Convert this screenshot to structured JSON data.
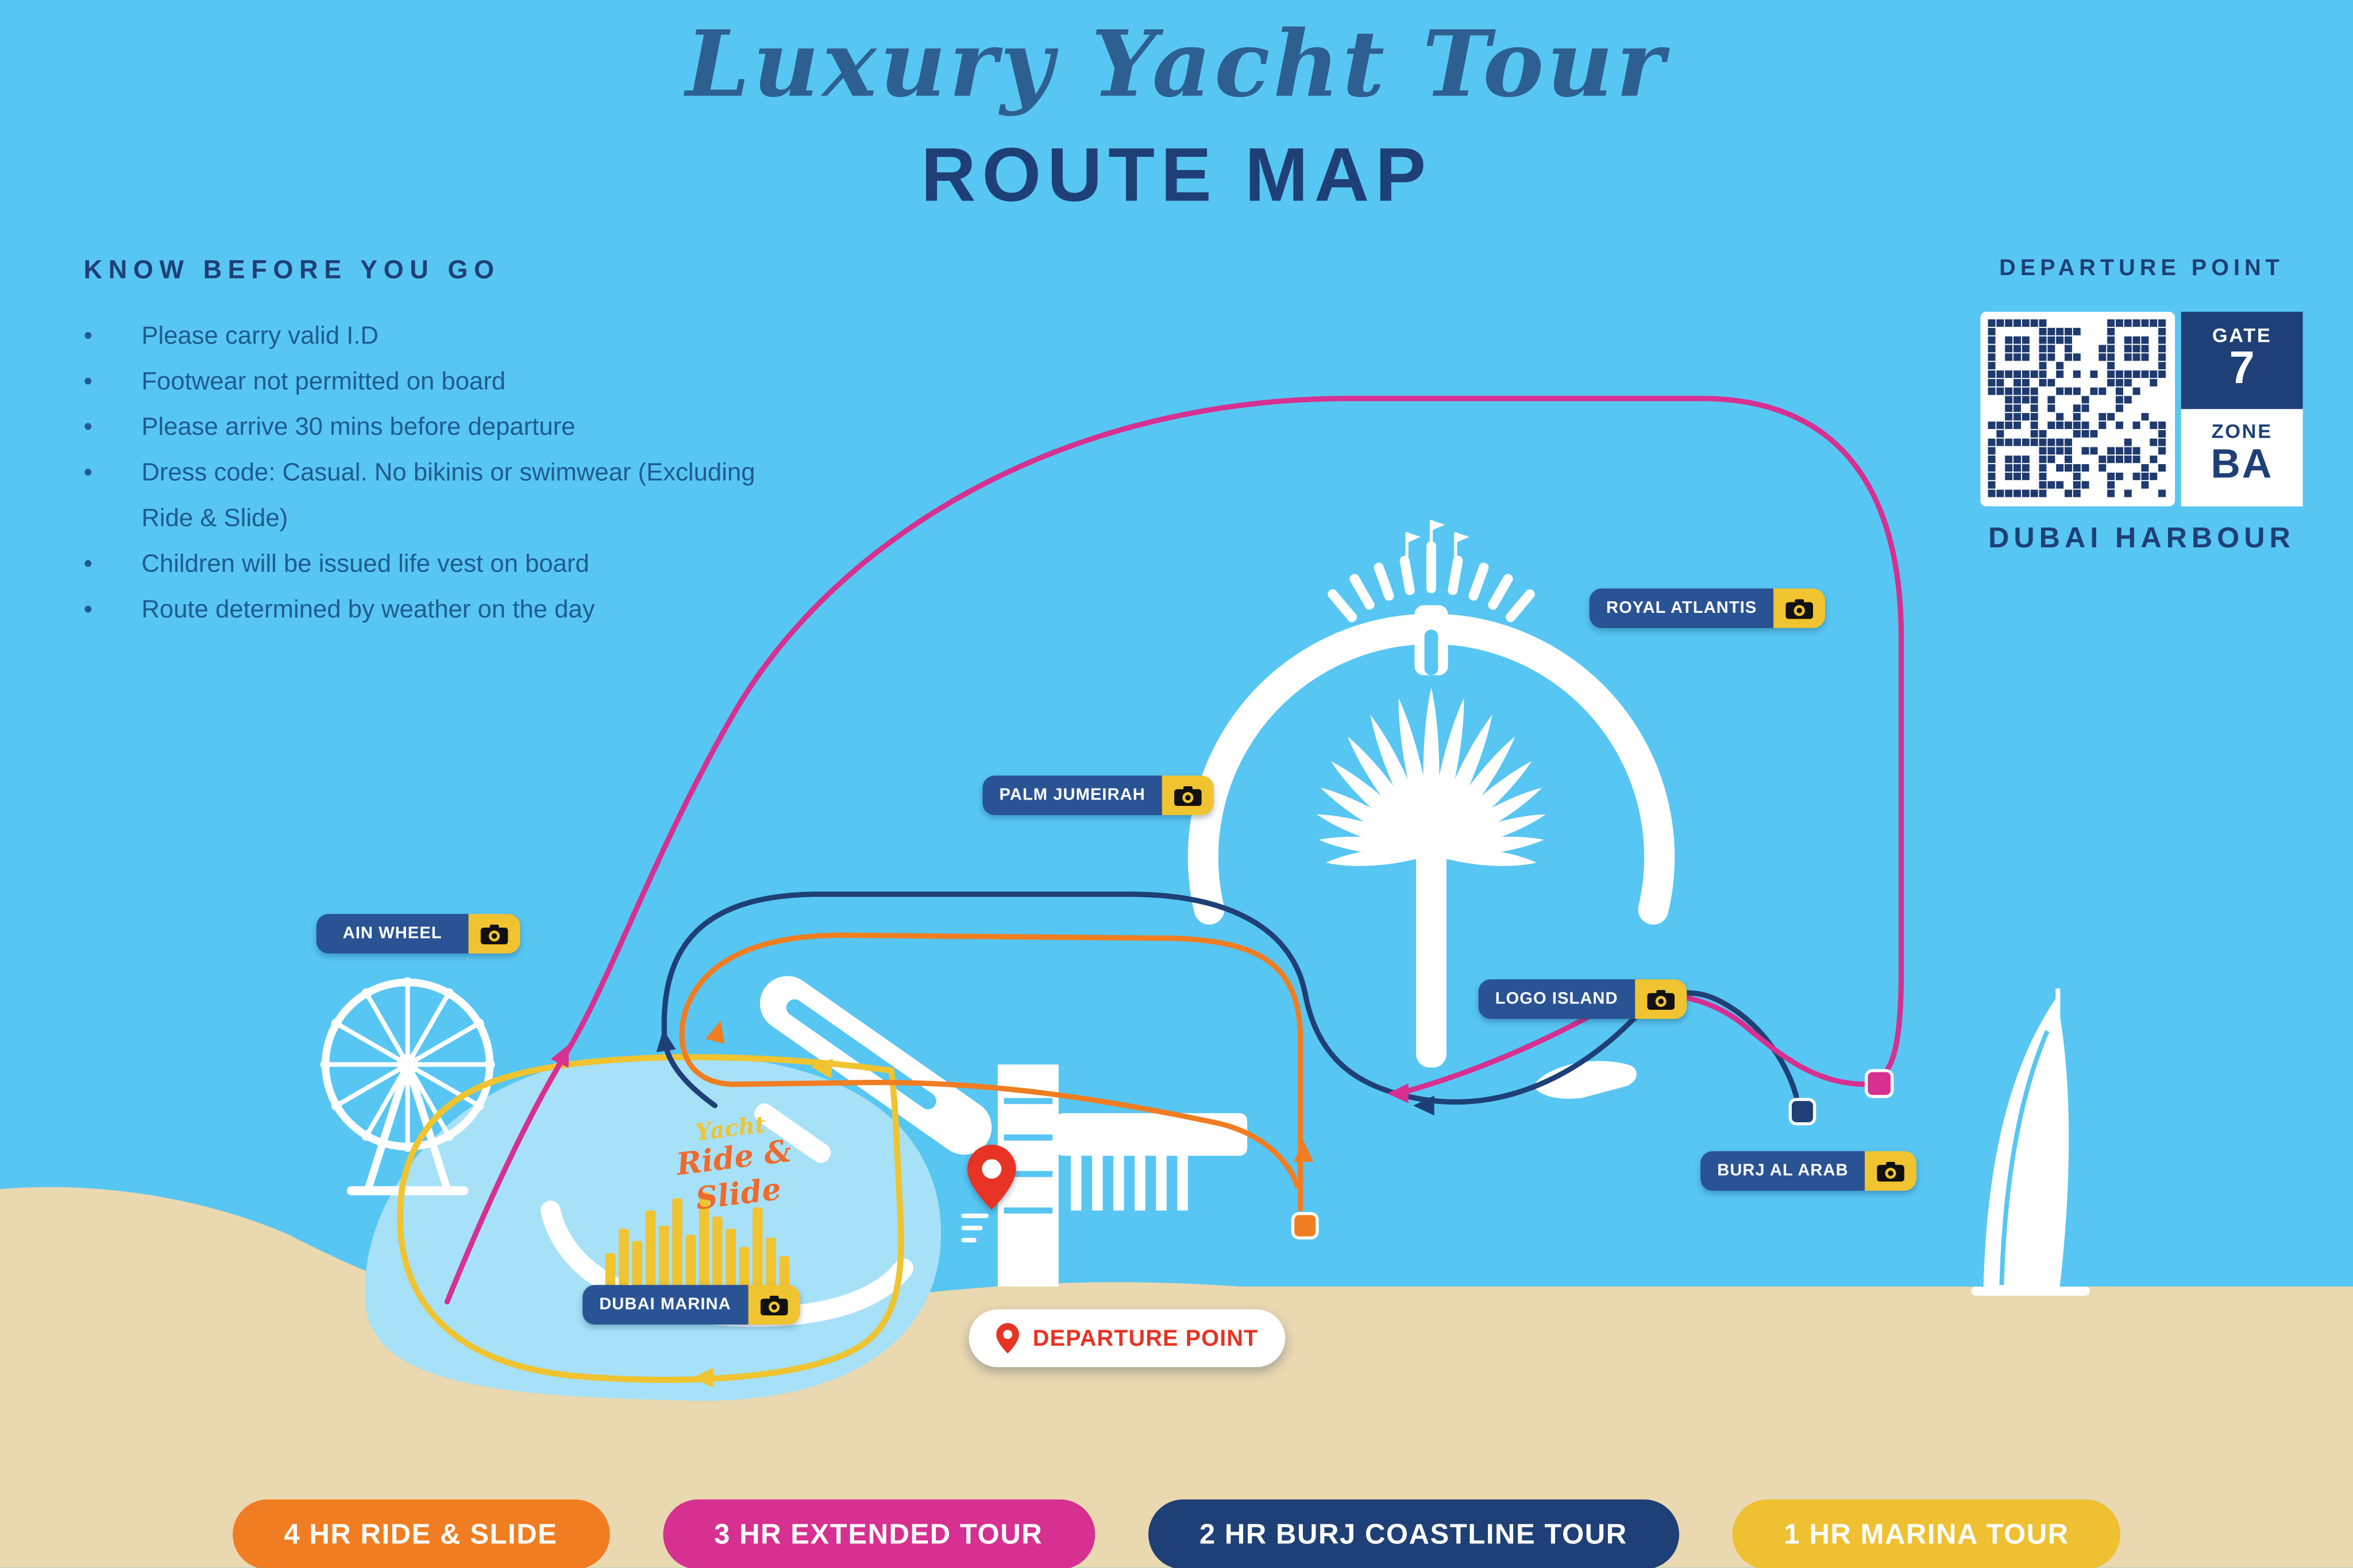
{
  "title": {
    "script": "Luxury Yacht Tour",
    "main": "ROUTE MAP"
  },
  "know_before": {
    "heading": "KNOW BEFORE YOU GO",
    "items": [
      "Please carry valid I.D",
      "Footwear not permitted on board",
      "Please arrive 30 mins before departure",
      "Dress code: Casual. No bikinis or swimwear (Excluding Ride & Slide)",
      "Children will be issued life vest on board",
      "Route determined by weather on the day"
    ]
  },
  "departure_panel": {
    "heading": "DEPARTURE POINT",
    "gate_label": "GATE",
    "gate_number": "7",
    "zone_label": "ZONE",
    "zone_value": "BA",
    "location": "DUBAI HARBOUR"
  },
  "map": {
    "labels": [
      {
        "id": "royal-atlantis",
        "text": "ROYAL ATLANTIS"
      },
      {
        "id": "palm-jumeirah",
        "text": "PALM JUMEIRAH"
      },
      {
        "id": "ain-wheel",
        "text": "AIN WHEEL"
      },
      {
        "id": "logo-island",
        "text": "LOGO ISLAND"
      },
      {
        "id": "burj-al-arab",
        "text": "BURJ AL ARAB"
      },
      {
        "id": "dubai-marina",
        "text": "DUBAI MARINA"
      }
    ],
    "departure_point_label": "DEPARTURE POINT",
    "ride_slide_logo": {
      "line1": "Yacht",
      "line2": "Ride & Slide"
    }
  },
  "legend": [
    {
      "label": "4 HR RIDE & SLIDE",
      "color": "#f07d21"
    },
    {
      "label": "3 HR EXTENDED TOUR",
      "color": "#d63090"
    },
    {
      "label": "2 HR BURJ COASTLINE TOUR",
      "color": "#1e4076"
    },
    {
      "label": "1 HR MARINA TOUR",
      "color": "#eec032"
    }
  ],
  "colors": {
    "sea": "#58c6f2",
    "sand": "#ead8b0",
    "lagoon": "#a6e1f7",
    "navy": "#1e4076",
    "label_pill": "#2a5394",
    "yellow": "#f0c330",
    "orange": "#f07d21",
    "magenta": "#d63090",
    "red": "#e63324"
  }
}
